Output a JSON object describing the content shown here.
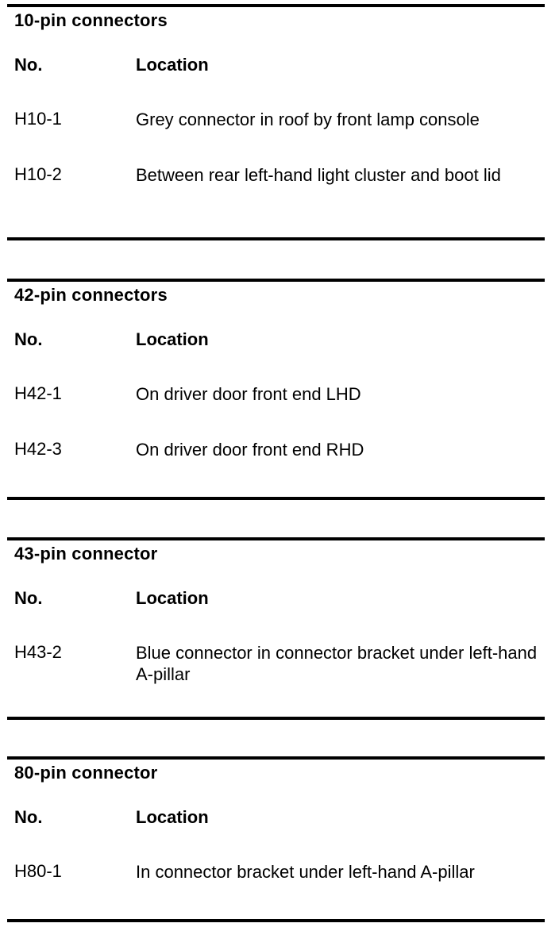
{
  "sections": [
    {
      "title": "10-pin connectors",
      "col_no": "No.",
      "col_location": "Location",
      "rows": [
        {
          "no": "H10-1",
          "location": "Grey connector in roof by front lamp console"
        },
        {
          "no": "H10-2",
          "location": "Between rear left-hand light cluster and boot lid"
        }
      ]
    },
    {
      "title": "42-pin connectors",
      "col_no": "No.",
      "col_location": "Location",
      "rows": [
        {
          "no": "H42-1",
          "location": "On driver door front end LHD"
        },
        {
          "no": "H42-3",
          "location": "On driver door front end RHD"
        }
      ]
    },
    {
      "title": "43-pin connector",
      "col_no": "No.",
      "col_location": "Location",
      "rows": [
        {
          "no": "H43-2",
          "location": "Blue connector in connector bracket under left-hand A-pillar"
        }
      ]
    },
    {
      "title": "80-pin connector",
      "col_no": "No.",
      "col_location": "Location",
      "rows": [
        {
          "no": "H80-1",
          "location": "In connector bracket under left-hand A-pillar"
        }
      ]
    }
  ]
}
